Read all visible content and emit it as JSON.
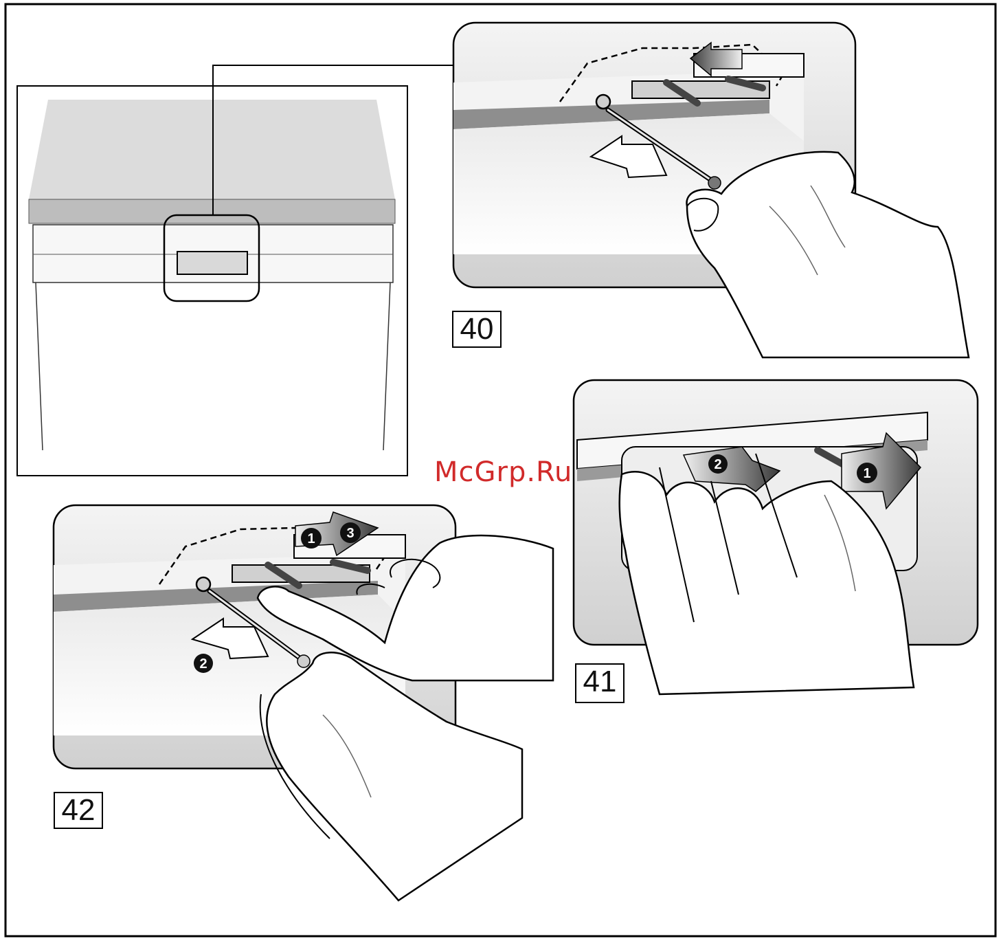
{
  "figures": [
    {
      "id": "overview",
      "label": ""
    },
    {
      "id": "fig40",
      "label": "40"
    },
    {
      "id": "fig41",
      "label": "41"
    },
    {
      "id": "fig42",
      "label": "42"
    }
  ],
  "steps": {
    "fig41_step1": "1",
    "fig41_step2": "2",
    "fig42_step1": "1",
    "fig42_step2": "2",
    "fig42_step3": "3"
  },
  "watermark": "McGrp.Ru",
  "colors": {
    "outline": "#000000",
    "panel_gray": "#d7d7d7",
    "panel_light": "#f2f2f2",
    "strip_dark": "#8a8a8a",
    "arrow_dark": "#3a3a3a",
    "watermark_red": "#d12a2a"
  }
}
